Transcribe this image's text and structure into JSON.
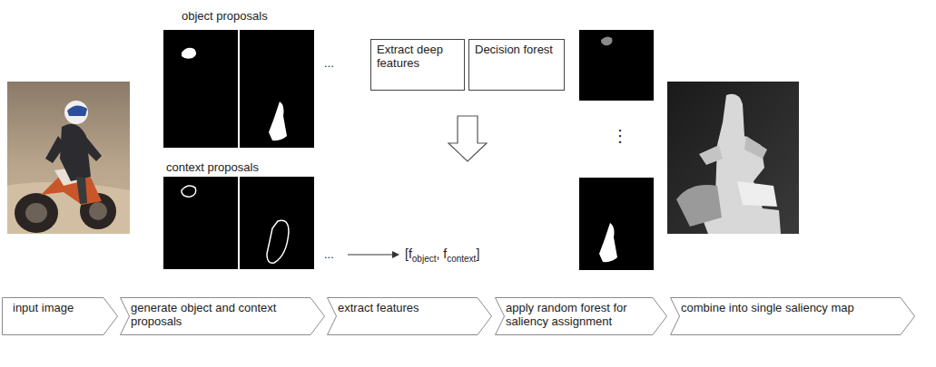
{
  "diagram": {
    "nodes": [
      {
        "text": [
          "Extract deep features"
        ]
      },
      {
        "text": [
          "Decision forest"
        ]
      },
      {
        "text": [
          "input image"
        ]
      },
      {
        "text": [
          "generate object and context proposals"
        ]
      },
      {
        "text": [
          "extract features"
        ]
      },
      {
        "text": [
          "apply random forest for saliency assignment"
        ]
      },
      {
        "text": [
          "combine into single saliency map"
        ]
      }
    ],
    "labels": [
      "object proposals",
      "context proposals",
      "...",
      "...",
      "⋮",
      "[f",
      "object",
      ", f",
      "context",
      "]"
    ]
  }
}
